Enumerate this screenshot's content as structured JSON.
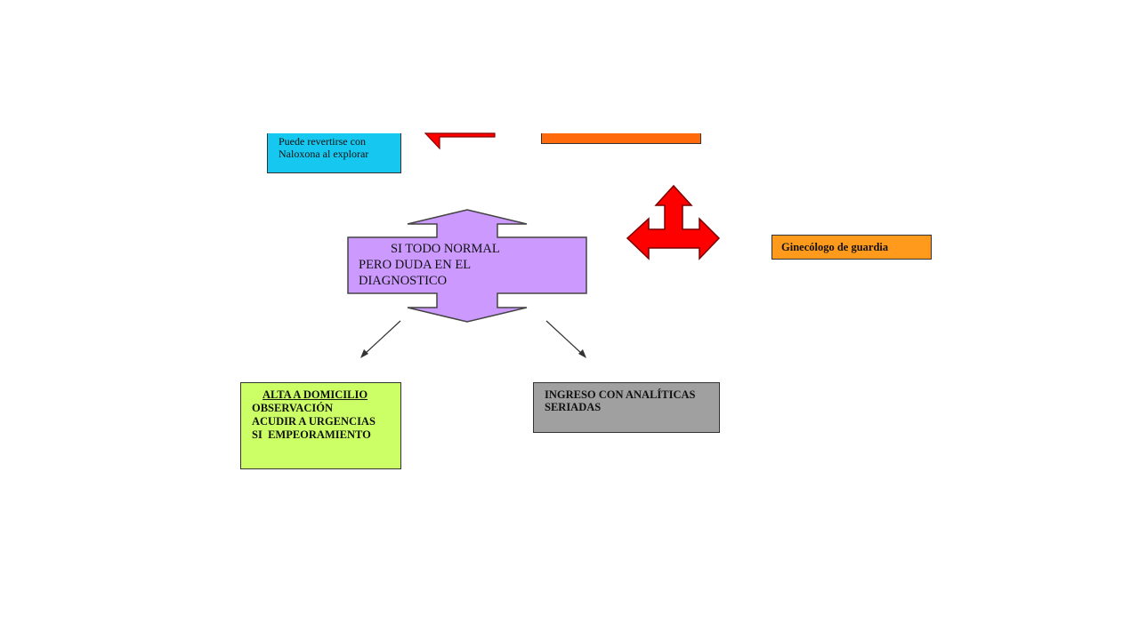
{
  "nodes": {
    "naloxone": {
      "line1": "Puede revertirse con",
      "line2": "Naloxona al explorar"
    },
    "center": {
      "line1": "SI TODO NORMAL",
      "line2": "PERO DUDA EN EL",
      "line3": "DIAGNOSTICO"
    },
    "gynecologist": {
      "label": "Ginecólogo de guardia"
    },
    "discharge": {
      "heading": "ALTA A DOMICILIO",
      "line1": "OBSERVACIÓN",
      "line2": "ACUDIR A URGENCIAS",
      "line3": "SI  EMPEORAMIENTO"
    },
    "admission": {
      "line1": "INGRESO CON ANALÍTICAS",
      "line2": "SERIADAS"
    }
  },
  "colors": {
    "cyan": "#16c8f0",
    "orange": "#ff6a0c",
    "gyn_orange": "#ff9a1c",
    "purple": "#cc99ff",
    "red": "#ff0000",
    "green": "#ccff66",
    "gray": "#a0a0a0"
  }
}
